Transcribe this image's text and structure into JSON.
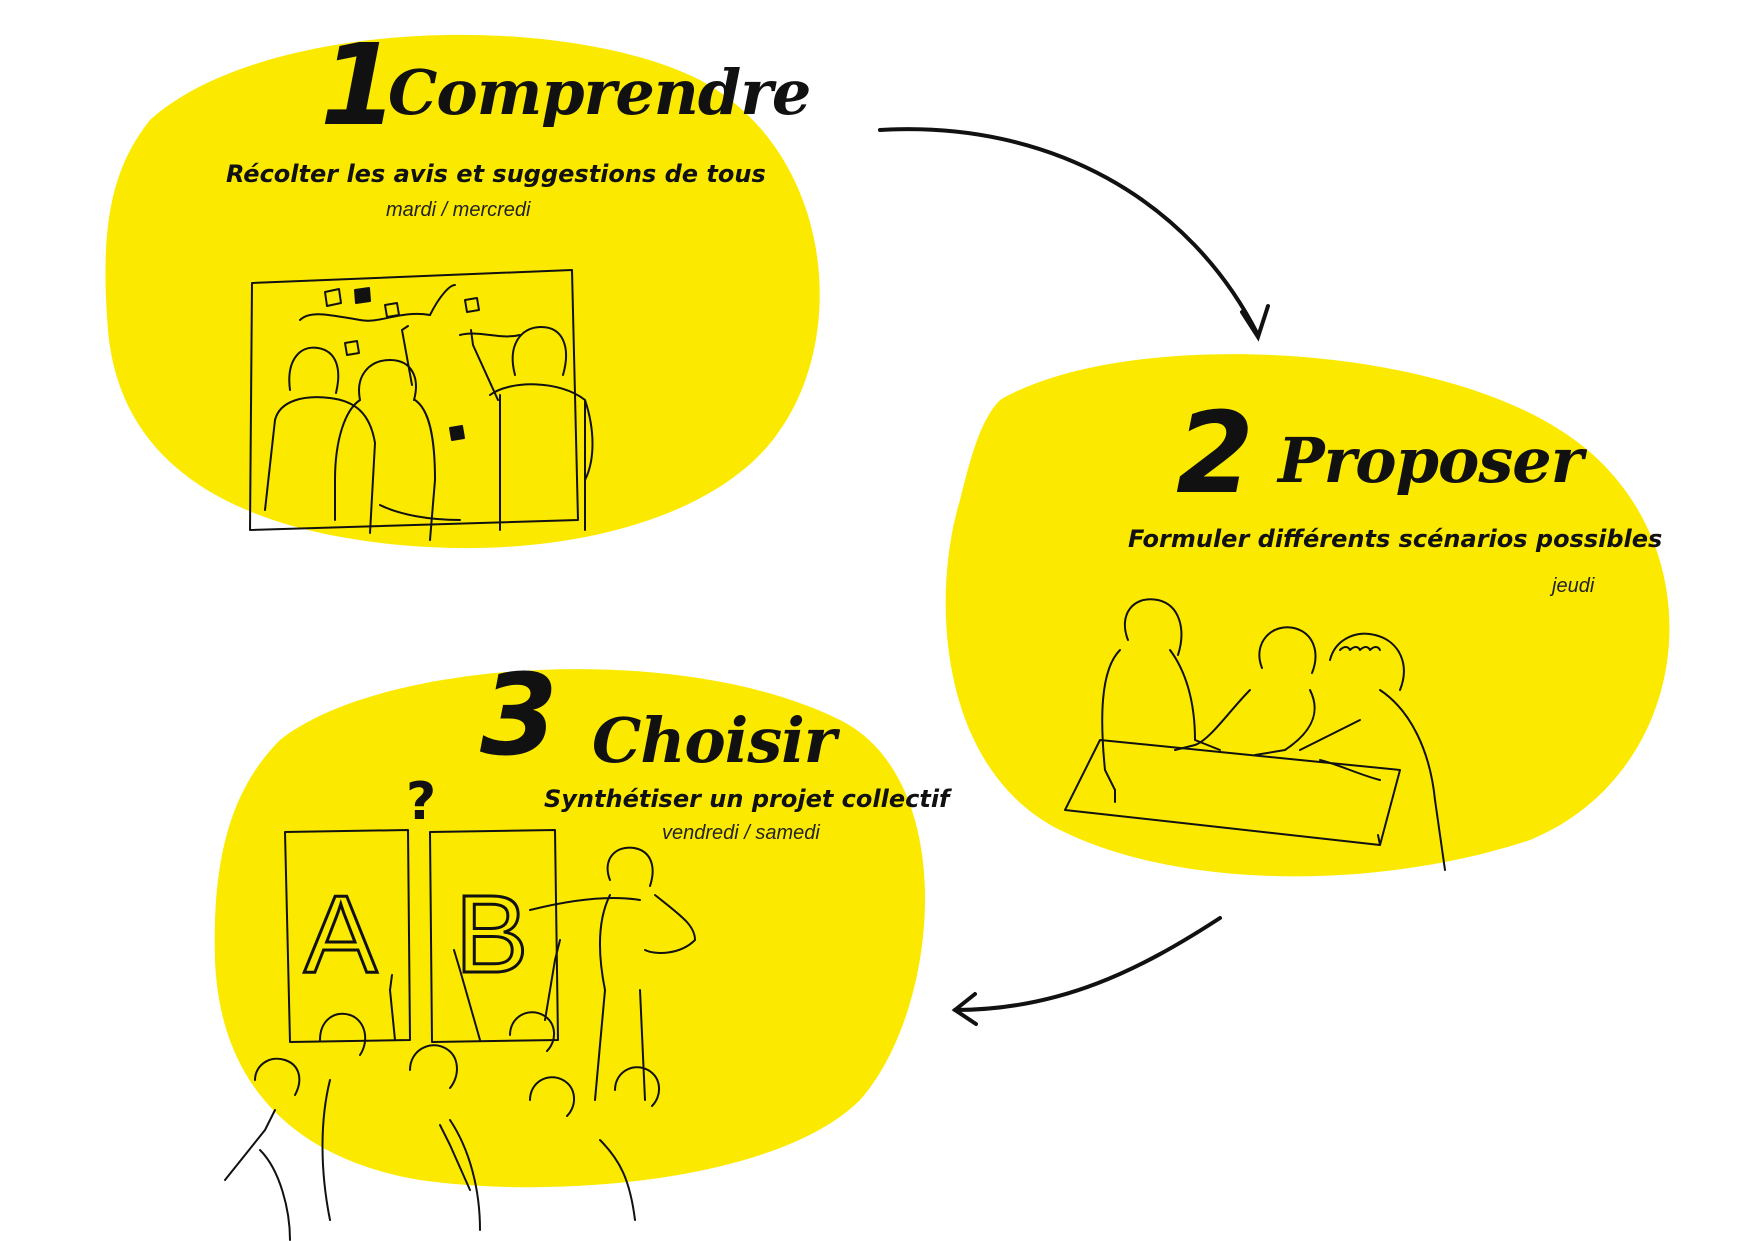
{
  "colors": {
    "blob": "#fbea00",
    "ink": "#111111",
    "background": "#ffffff"
  },
  "steps": [
    {
      "number": "1",
      "title": "Comprendre",
      "subtitle": "Récolter les avis et suggestions de tous",
      "days": "mardi / mercredi",
      "illustration": "people-at-board-with-sticky-notes"
    },
    {
      "number": "2",
      "title": "Proposer",
      "subtitle": "Formuler différents scénarios possibles",
      "days": "jeudi",
      "illustration": "group-working-at-table"
    },
    {
      "number": "3",
      "title": "Choisir",
      "subtitle": "Synthétiser un projet collectif",
      "days": "vendredi / samedi",
      "illustration": "vote-between-options",
      "question_mark": "?",
      "options": [
        "A",
        "B"
      ]
    }
  ],
  "arrows": [
    {
      "from": "1",
      "to": "2"
    },
    {
      "from": "2",
      "to": "3"
    }
  ]
}
